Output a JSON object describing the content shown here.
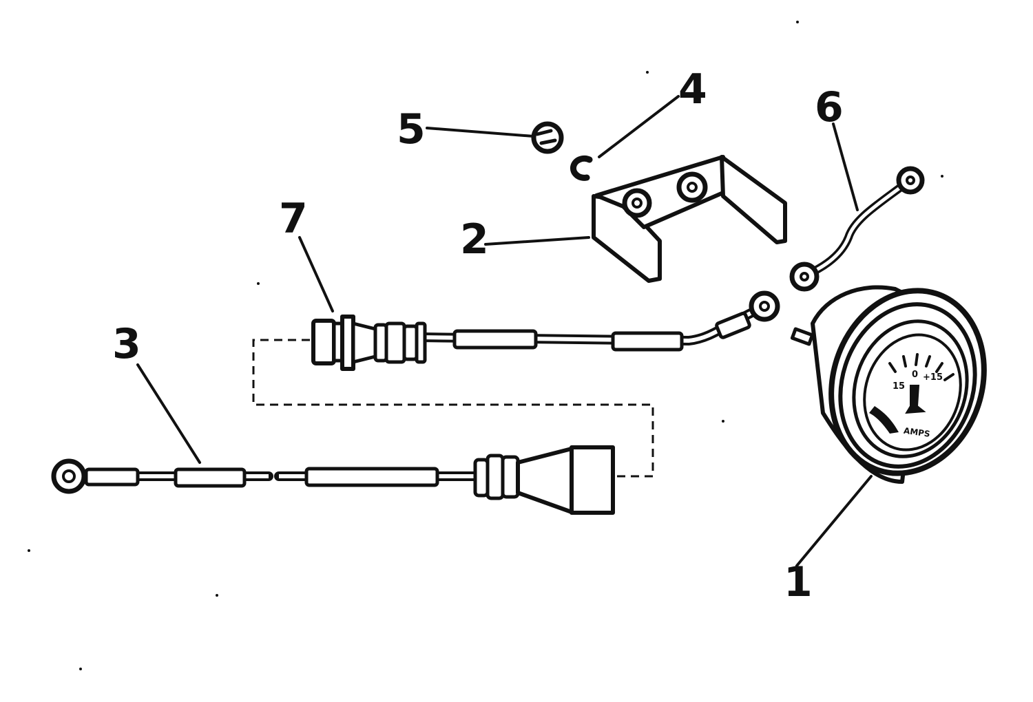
{
  "diagram": {
    "callouts": [
      {
        "id": "1",
        "label": "1"
      },
      {
        "id": "2",
        "label": "2"
      },
      {
        "id": "3",
        "label": "3"
      },
      {
        "id": "4",
        "label": "4"
      },
      {
        "id": "5",
        "label": "5"
      },
      {
        "id": "6",
        "label": "6"
      },
      {
        "id": "7",
        "label": "7"
      }
    ],
    "gauge": {
      "left_mark": "15",
      "center_mark": "0",
      "right_mark": "+15",
      "unit": "AMPS"
    }
  }
}
